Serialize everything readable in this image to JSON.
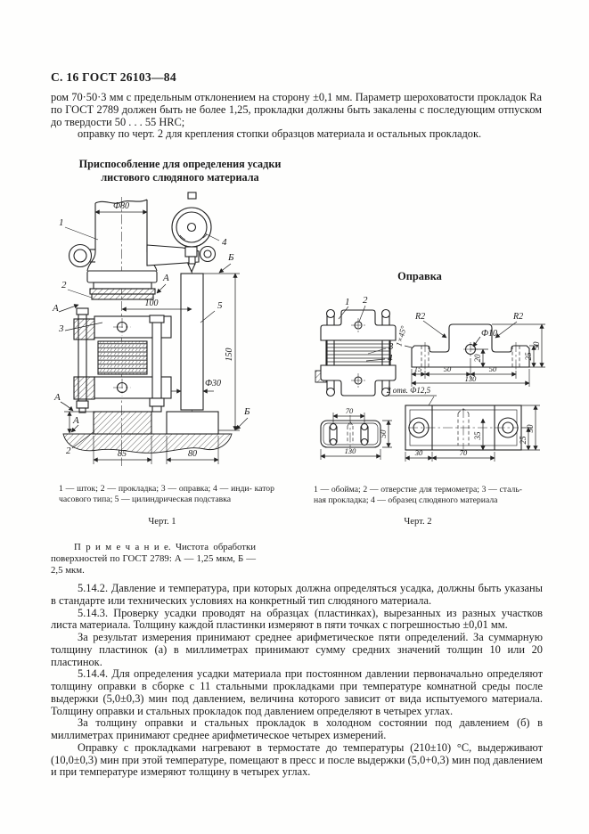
{
  "header": {
    "page_marker": "С. 16 ГОСТ 26103—84"
  },
  "intro": {
    "paragraph1": "ром 70·50·3 мм с предельным отклонением на сторону ±0,1 мм. Параметр шероховатости прокладок Ra по ГОСТ 2789 должен быть не более 1,25, прокладки должны быть закалены с последующим отпуском до твердости 50 . . . 55 HRC;",
    "paragraph2": "оправку по черт. 2  для крепления стопки образцов материала и остальных прокладок."
  },
  "figure1": {
    "title_line1": "Приспособление для определения усадки",
    "title_line2": "листового слюдяного материала",
    "caption": "1 — шток; 2 — прокладка; 3 — оправка; 4 — инди- катор часового типа; 5 — цилиндрическая подставка",
    "fig_label": "Черт. 1",
    "callouts": {
      "c1": "1",
      "c2": "2",
      "c3": "3",
      "c4": "4",
      "c5": "5",
      "a": "А",
      "b": "Б"
    },
    "dims": {
      "d80": "Ф80",
      "l100": "100",
      "l150": "150",
      "d30": "Ф30",
      "l85": "85",
      "l80": "80"
    }
  },
  "figure2": {
    "title": "Оправка",
    "caption": "1 — обойма; 2 — отверстие для термометра; 3 — сталь- ная прокладка; 4 — образец слюдяного материала",
    "fig_label": "Черт. 2",
    "callouts": {
      "c1": "1",
      "c2": "2",
      "c3": "3",
      "c4": "4"
    },
    "dims": {
      "r2": "R2",
      "d10": "Ф10",
      "chamfer": "1×45°",
      "l20": "20",
      "l15": "15",
      "l50": "50",
      "l130": "130",
      "l25": "25",
      "l70": "70",
      "l30": "30",
      "l35": "35",
      "holes_note": "2 отв. Ф12,5"
    }
  },
  "note": {
    "text": "П р и м е ч а н и е. Чистота обработки поверхностей по ГОСТ 2789: А — 1,25 мкм, Б — 2,5 мкм."
  },
  "body_paragraphs": [
    "5.14.2. Давление и температура, при которых должна определяться усадка, должны быть указаны в стандарте или технических условиях на конкретный тип слюдяного материала.",
    "5.14.3. Проверку усадки проводят на образцах (пластинках), вырезанных из разных участков листа материала. Толщину каждой пластинки измеряют в пяти точках с погрешностью ±0,01 мм.",
    "За результат измерения принимают среднее арифметическое  пяти определений. За суммарную толщину пластинок (а) в миллиметрах принимают сумму средних значений толщин 10 или 20 пластинок.",
    "5.14.4. Для определения усадки материала при постоянном давлении первоначально определяют толщину оправки в сборке с 11 стальными прокладками при температуре комнатной среды после выдержки (5,0±0,3) мин под давлением, величина которого зависит от вида испытуемого материала. Толщину оправки и стальных прокладок под давлением определяют в четырех углах.",
    "За толщину оправки и стальных прокладок в холодном состоянии под давлением (б) в миллиметрах принимают среднее арифметическое четырех измерений.",
    "Оправку с прокладками нагревают в термостате до температуры (210±10) °С, выдерживают (10,0±0,3) мин при этой температуре, помещают в пресс и после выдержки (5,0+0,3) мин под давлением и при температуре измеряют толщину в четырех углах."
  ]
}
